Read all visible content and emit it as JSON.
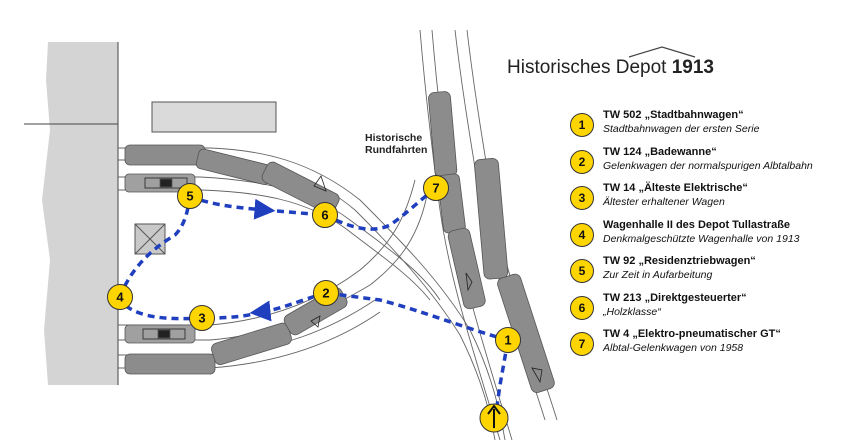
{
  "title": {
    "prefix": "Historisches Depot",
    "year": "1913"
  },
  "route_label": "Historische\nRundfahrten",
  "legend": [
    {
      "num": "1",
      "title": "TW 502 „Stadtbahnwagen“",
      "subtitle": "Stadtbahnwagen der ersten Serie"
    },
    {
      "num": "2",
      "title": "TW 124 „Badewanne“",
      "subtitle": "Gelenkwagen der normalspurigen Albtalbahn"
    },
    {
      "num": "3",
      "title": "TW 14 „Älteste Elektrische“",
      "subtitle": "Ältester erhaltener Wagen"
    },
    {
      "num": "4",
      "title": "Wagenhalle II des Depot Tullastraße",
      "subtitle": "Denkmalgeschützte Wagenhalle von 1913"
    },
    {
      "num": "5",
      "title": "TW 92 „Residenztriebwagen“",
      "subtitle": "Zur Zeit in Aufarbeitung"
    },
    {
      "num": "6",
      "title": "TW 213 „Direktgesteuerter“",
      "subtitle": "„Holzklasse“"
    },
    {
      "num": "7",
      "title": "TW 4 „Elektro-pneumatischer GT“",
      "subtitle": "Albtal-Gelenkwagen von 1958"
    }
  ],
  "map_markers": [
    "1",
    "2",
    "3",
    "4",
    "5",
    "6",
    "7"
  ],
  "entrance_icon": "up-arrow-icon",
  "colors": {
    "marker_fill": "#ffd500",
    "path_blue": "#1f3fbf",
    "tram_gray": "#8c8c8c",
    "building_gray": "#d6d6d6"
  }
}
